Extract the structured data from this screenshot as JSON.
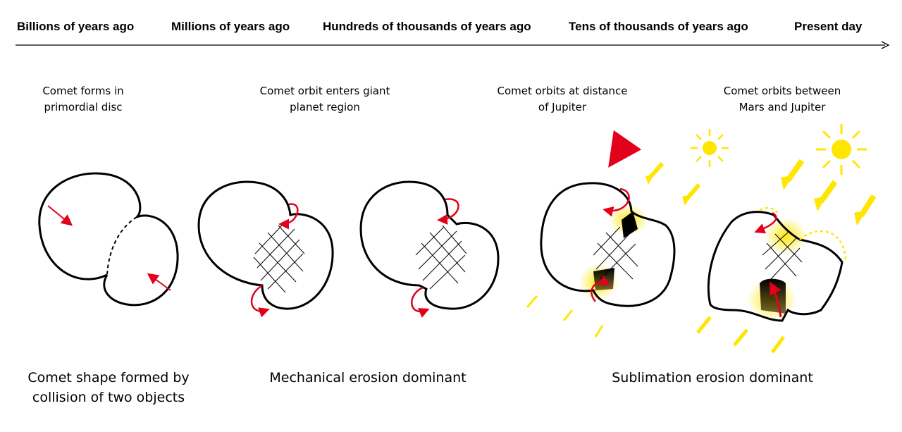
{
  "timeline": {
    "labels": [
      "Billions of years ago",
      "Millions of years ago",
      "Hundreds of thousands of years ago",
      "Tens of thousands of years ago",
      "Present day"
    ]
  },
  "stages": [
    {
      "line1": "Comet forms in",
      "line2": "primordial disc"
    },
    {
      "line1": "Comet orbit enters giant",
      "line2": "planet region"
    },
    {
      "line1": "Comet orbits at distance",
      "line2": "of Jupiter"
    },
    {
      "line1": "Comet orbits between",
      "line2": "Mars and Jupiter"
    }
  ],
  "bottom": {
    "collision": {
      "line1": "Comet shape formed by",
      "line2": "collision of two objects"
    },
    "mechanical": "Mechanical erosion dominant",
    "sublimation": "Sublimation erosion dominant"
  },
  "colors": {
    "outline": "#000000",
    "rotation_arrow": "#e3001b",
    "sun": "#ffe600",
    "sunlight_arrow": "#ffe600",
    "axis": "#000000"
  },
  "icons": [
    "sun-icon",
    "sunlight-arrow-icon",
    "rotation-arrow-icon",
    "impact-arrow-icon"
  ]
}
